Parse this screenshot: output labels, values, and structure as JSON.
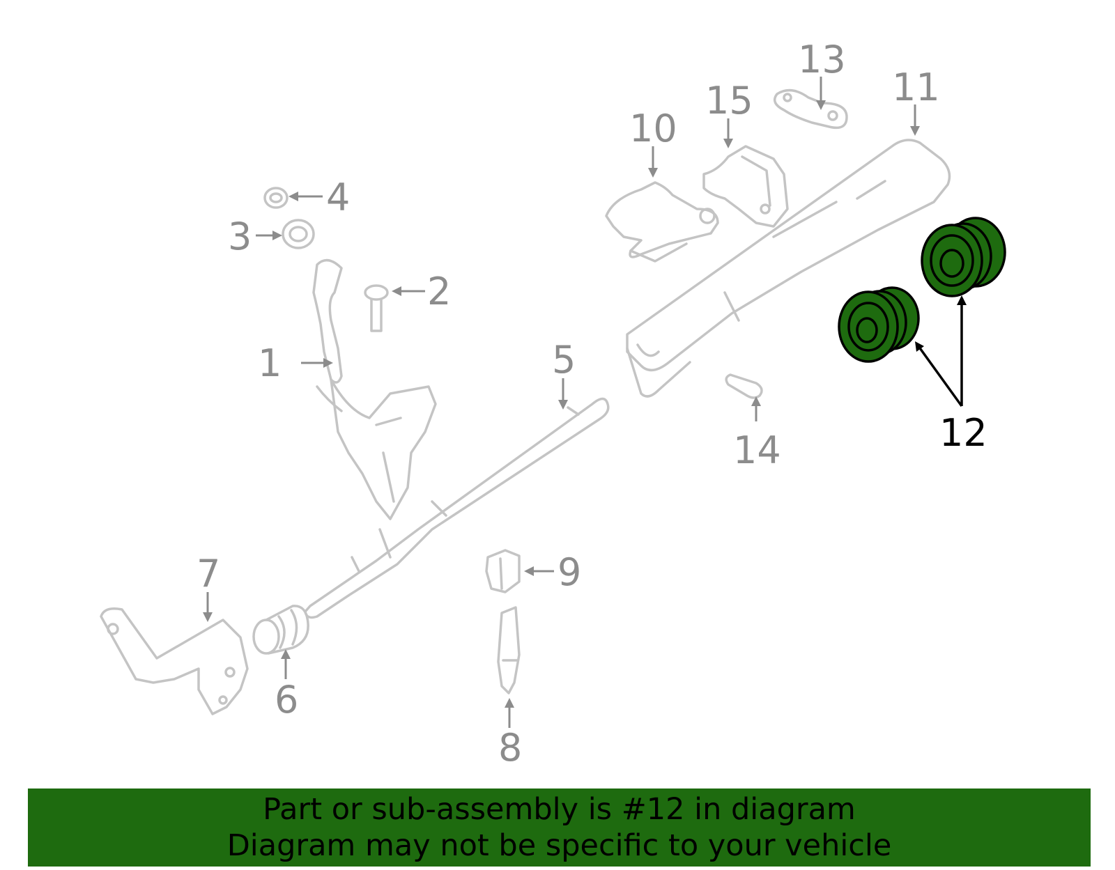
{
  "callouts": {
    "n1": "1",
    "n2": "2",
    "n3": "3",
    "n4": "4",
    "n5": "5",
    "n6": "6",
    "n7": "7",
    "n8": "8",
    "n9": "9",
    "n10": "10",
    "n11": "11",
    "n12": "12",
    "n13": "13",
    "n14": "14",
    "n15": "15"
  },
  "highlight": {
    "part_number": "12",
    "color": "#1e6b0f"
  },
  "banner": {
    "line1": "Part or sub-assembly is #12 in diagram",
    "line2": "Diagram may not be specific to your vehicle",
    "background": "#1e6b0f"
  }
}
